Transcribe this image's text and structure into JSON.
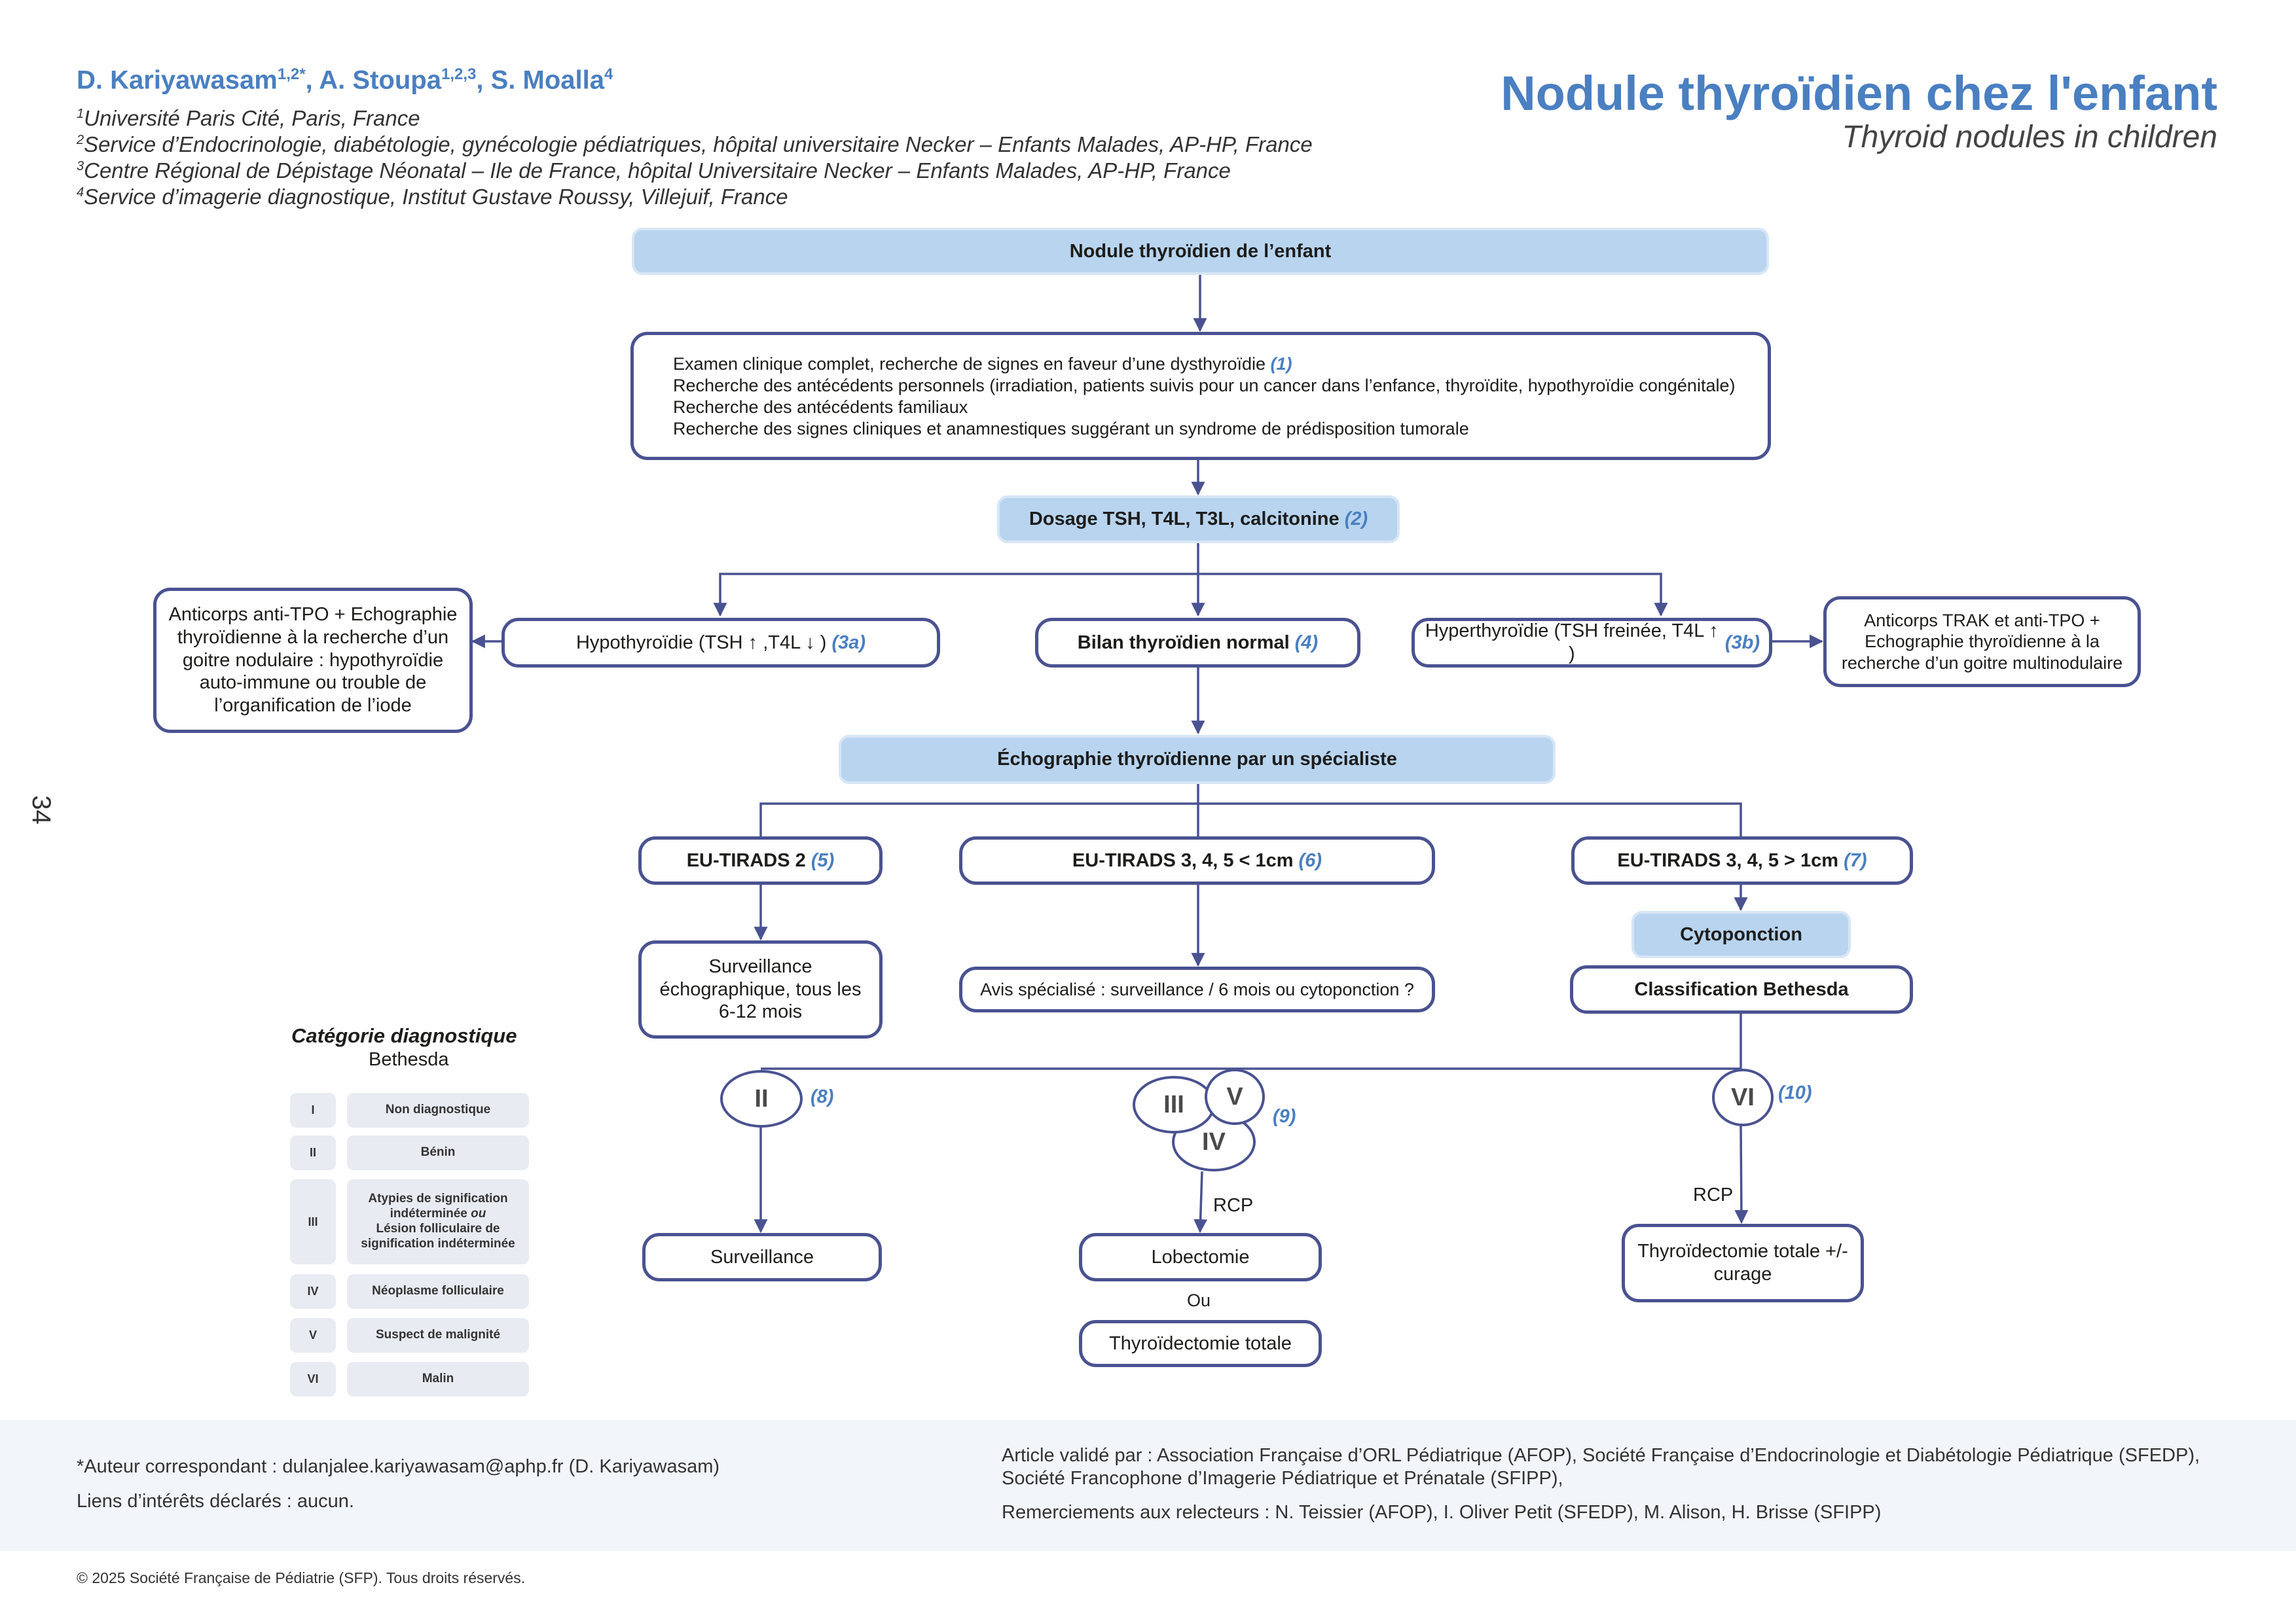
{
  "header": {
    "author1": "D. Kariyawasam",
    "author1_sup": "1,2*",
    "author2": "A. Stoupa",
    "author2_sup": "1,2,3",
    "author3": "S. Moalla",
    "author3_sup": "4",
    "affiliations": [
      {
        "sup": "1",
        "text": "Université Paris Cité, Paris, France"
      },
      {
        "sup": "2",
        "text": "Service d’Endocrinologie, diabétologie, gynécologie pédiatriques, hôpital universitaire Necker – Enfants Malades, AP-HP, France"
      },
      {
        "sup": "3",
        "text": "Centre Régional de Dépistage Néonatal – Ile de France, hôpital Universitaire Necker – Enfants Malades, AP-HP, France"
      },
      {
        "sup": "4",
        "text": "Service d’imagerie diagnostique, Institut Gustave Roussy, Villejuif, France"
      }
    ],
    "title": "Nodule thyroïdien chez l'enfant",
    "subtitle": "Thyroid nodules in children",
    "page_number": "34"
  },
  "flow": {
    "top": "Nodule thyroïdien de l’enfant",
    "exam_lines": [
      {
        "text": "Examen clinique complet, recherche de signes en faveur d’une dysthyroïdie ",
        "ref": "(1)"
      },
      {
        "text": "Recherche des antécédents personnels (irradiation, patients suivis pour un cancer dans l’enfance, thyroïdite, hypothyroïdie congénitale)",
        "ref": ""
      },
      {
        "text": "Recherche des antécédents familiaux",
        "ref": ""
      },
      {
        "text": "Recherche des signes cliniques et anamnestiques suggérant un syndrome de prédisposition tumorale",
        "ref": ""
      }
    ],
    "dosage": "Dosage TSH, T4L, T3L, calcitonine ",
    "dosage_ref": "(2)",
    "hypo": "Hypothyroïdie (TSH ↑ ,T4L ↓ ) ",
    "hypo_ref": "(3a)",
    "hypo_side": "Anticorps anti-TPO + Echographie thyroïdienne à la recherche d’un goitre nodulaire : hypothyroïdie auto-immune ou trouble de l’organification de l’iode",
    "normal": "Bilan thyroïdien normal ",
    "normal_ref": "(4)",
    "hyper": "Hyperthyroïdie (TSH freinée, T4L ↑ ) ",
    "hyper_ref": "(3b)",
    "hyper_side": "Anticorps TRAK et anti-TPO + Echographie thyroïdienne à la recherche d’un goitre multinodulaire",
    "echo": "Échographie thyroïdienne par un spécialiste",
    "tirads2": "EU-TIRADS 2 ",
    "tirads2_ref": "(5)",
    "tirads_lt": "EU-TIRADS 3, 4, 5 < 1cm ",
    "tirads_lt_ref": "(6)",
    "tirads_gt": "EU-TIRADS 3, 4, 5 > 1cm ",
    "tirads_gt_ref": "(7)",
    "surveillance_echo": "Surveillance échographique, tous les 6-12 mois",
    "avis": "Avis spécialisé : surveillance / 6 mois ou cytoponction ?",
    "cytoponction": "Cytoponction",
    "bethesda": "Classification Bethesda",
    "circle_ii": "II",
    "ref8": "(8)",
    "circle_iii": "III",
    "circle_iv": "IV",
    "circle_v": "V",
    "ref9": "(9)",
    "circle_vi": "VI",
    "ref10": "(10)",
    "rcp_left": "RCP",
    "rcp_right": "RCP",
    "surveillance": "Surveillance",
    "lobectomie": "Lobectomie",
    "ou": "Ou",
    "thyro_totale": "Thyroïdectomie totale",
    "thyro_curage": "Thyroïdectomie totale +/- curage"
  },
  "legend": {
    "title": "Catégorie diagnostique",
    "subtitle": "Bethesda",
    "rows": [
      {
        "num": "I",
        "label": "Non diagnostique"
      },
      {
        "num": "II",
        "label": "Bénin"
      },
      {
        "num": "III",
        "label_1": "Atypies de signification",
        "label_2": "indéterminée ",
        "label_2_italic": "ou",
        "label_3": "Lésion folliculaire de",
        "label_4": "signification indéterminée"
      },
      {
        "num": "IV",
        "label": "Néoplasme folliculaire"
      },
      {
        "num": "V",
        "label": "Suspect de malignité"
      },
      {
        "num": "VI",
        "label": "Malin"
      }
    ]
  },
  "footer": {
    "corresponding": "*Auteur correspondant : dulanjalee.kariyawasam@aphp.fr (D. Kariyawasam)",
    "conflicts": "Liens d’intérêts déclarés : aucun.",
    "validated_1": "Article validé par : Association Française d’ORL Pédiatrique (AFOP), Société Française d’Endocrinologie et Diabétologie Pédiatrique (SFEDP),",
    "validated_2": "Société Francophone d’Imagerie Pédiatrique et Prénatale (SFIPP),",
    "thanks": "Remerciements aux relecteurs : N. Teissier (AFOP), I. Oliver Petit (SFEDP), M. Alison, H. Brisse (SFIPP)",
    "copyright": "© 2025 Société Française de Pédiatrie (SFP). Tous droits réservés."
  },
  "colors": {
    "accent": "#4a7fc1",
    "box_border": "#4a5291",
    "highlight": "#b8d4ef",
    "legend_bg": "#e9ebf2",
    "footer_bg": "#f2f5fa"
  }
}
